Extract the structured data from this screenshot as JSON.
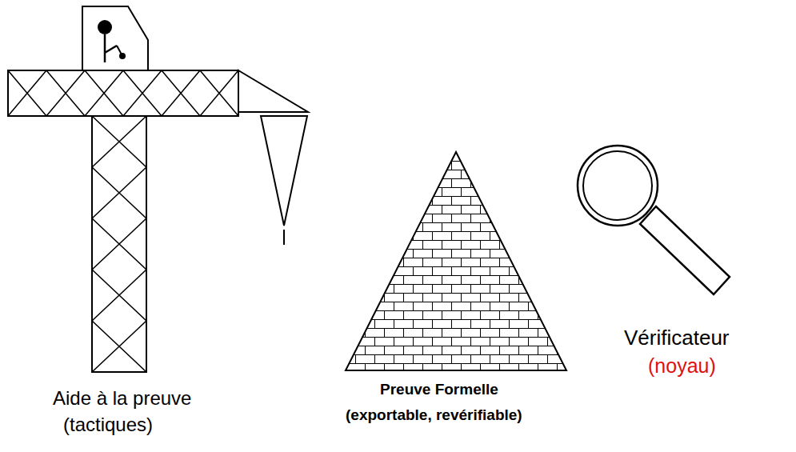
{
  "diagram": {
    "labels": [
      "Aide à la preuve",
      "(tactiques)",
      "Preuve Formelle",
      "(exportable, revérifiable)",
      "Vérificateur",
      "(noyau)"
    ]
  }
}
